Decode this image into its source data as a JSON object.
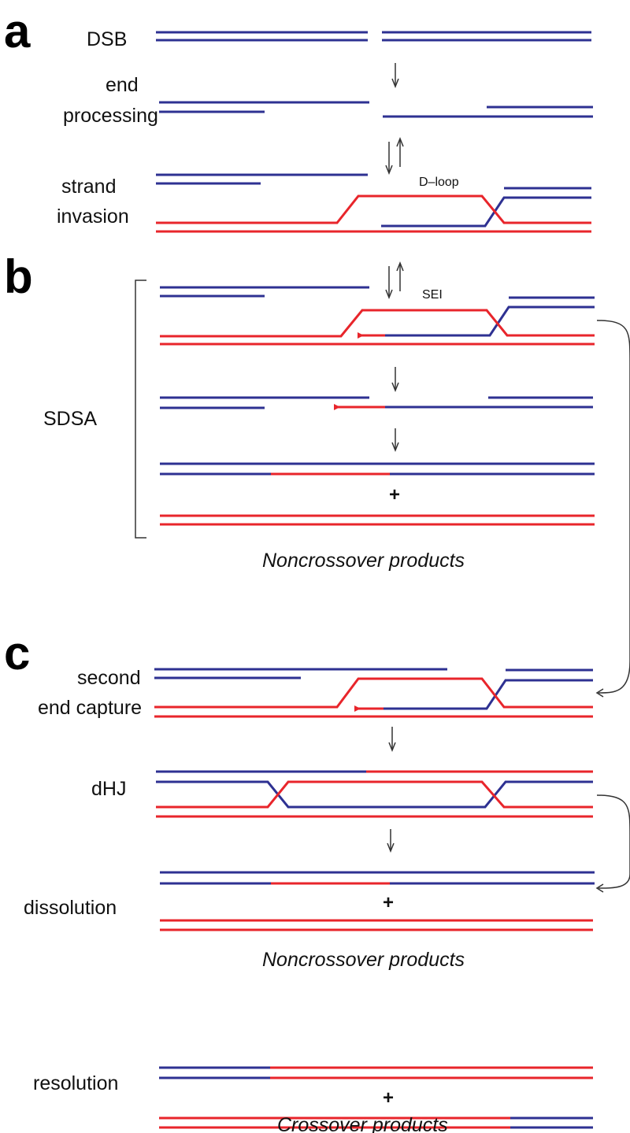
{
  "panels": {
    "a": {
      "letter": "a",
      "steps": [
        "DSB",
        "end",
        "processing",
        "strand",
        "invasion"
      ],
      "dloop_label": "D–loop"
    },
    "b": {
      "letter": "b",
      "sei_label": "SEI",
      "sdsa_label": "SDSA",
      "plus": "+",
      "products_label": "Noncrossover products"
    },
    "c": {
      "letter": "c",
      "steps": [
        "second",
        "end capture",
        "dHJ",
        "dissolution",
        "resolution"
      ],
      "plus_dissolution": "+",
      "noncrossover_label": "Noncrossover products",
      "plus_resolution": "+",
      "crossover_label": "Crossover products"
    }
  },
  "colors": {
    "dna_blue": "#2e3192",
    "dna_red": "#e8252b",
    "arrow": "#333333"
  }
}
